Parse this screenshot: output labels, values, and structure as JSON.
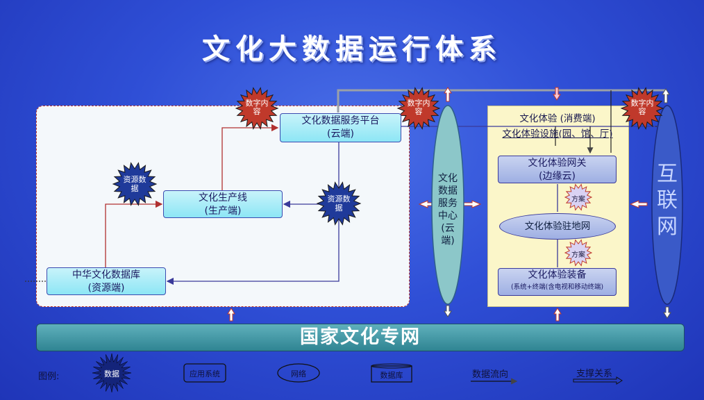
{
  "title": "文化大数据运行体系",
  "left_panel": {
    "platform_line1": "文化数据服务平台",
    "platform_line2": "(云端)",
    "production_line1": "文化生产线",
    "production_line2": "(生产端)",
    "database_line1": "中华文化数据库",
    "database_line2": "(资源端)"
  },
  "badges": {
    "digital_content": "数字内容",
    "resource_data": "资源数据",
    "plan": "方案"
  },
  "center_column": {
    "label": "文化数据服务中心(云端)"
  },
  "right_panel": {
    "heading1": "文化体验 (消费端)",
    "heading2": "文化体验设施(园、馆、厅)",
    "gateway_line1": "文化体验网关",
    "gateway_line2": "(边缘云)",
    "local_network": "文化体验驻地网",
    "equipment_line1": "文化体验装备",
    "equipment_line2": "(系统+终端(含电视和移动终端)"
  },
  "internet": "互联网",
  "national_network": "国家文化专网",
  "legend": {
    "label": "图例:",
    "data": "数据",
    "app_system": "应用系统",
    "network": "网络",
    "database": "数据库",
    "data_flow": "数据流向",
    "support_relation": "支撑关系"
  },
  "colors": {
    "background": "#2f4fd6",
    "box_fill": "#8de6f5",
    "badge_red": "#c0392b",
    "badge_blue": "#1f3a9a",
    "net_bar": "#2f8492",
    "panel_yellow": "#fbf6c9"
  }
}
